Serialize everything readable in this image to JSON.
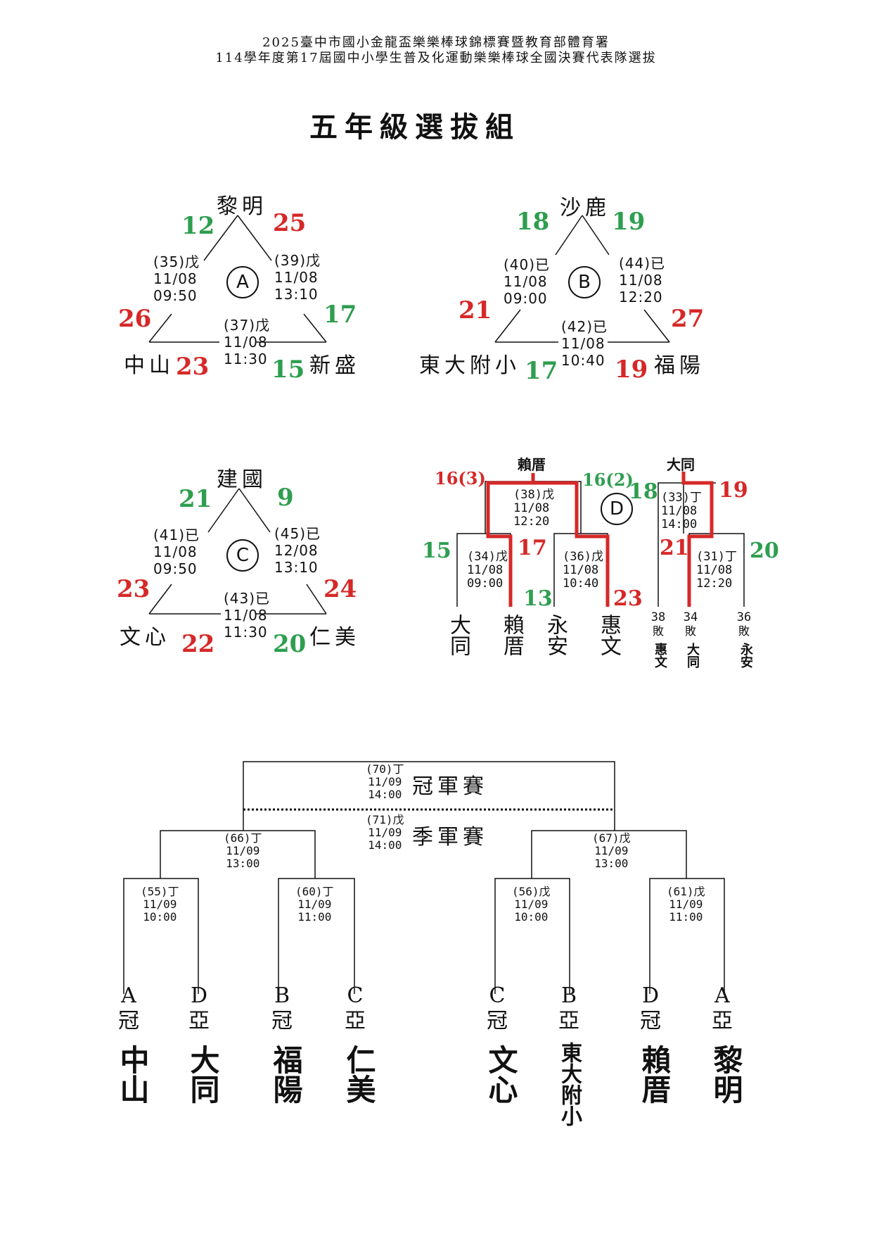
{
  "header": {
    "line1": "2025臺中市國小金龍盃樂樂棒球錦標賽暨教育部體育署",
    "line2": "114學年度第17屆國中小學生普及化運動樂樂棒球全國決賽代表隊選拔"
  },
  "title": "五年級選拔組",
  "groups": {
    "A": {
      "label": "A",
      "top": "黎明",
      "left": "中山",
      "right": "新盛",
      "scores": {
        "top_left": "12",
        "top_right": "25",
        "left_top": "26",
        "right_top": "17",
        "left_bottom": "23",
        "right_bottom": "15"
      },
      "games": {
        "left": "(35)戊\n11/08\n09:50",
        "right": "(39)戊\n11/08\n13:10",
        "bottom": "(37)戊\n11/08\n11:30"
      }
    },
    "B": {
      "label": "B",
      "top": "沙鹿",
      "left": "東大附小",
      "right": "福陽",
      "scores": {
        "top_left": "18",
        "top_right": "19",
        "left_top": "21",
        "right_top": "27",
        "left_bottom": "17",
        "right_bottom": "19"
      },
      "games": {
        "left": "(40)已\n11/08\n09:00",
        "right": "(44)已\n11/08\n12:20",
        "bottom": "(42)已\n11/08\n10:40"
      }
    },
    "C": {
      "label": "C",
      "top": "建國",
      "left": "文心",
      "right": "仁美",
      "scores": {
        "top_left": "21",
        "top_right": "9",
        "left_top": "23",
        "right_top": "24",
        "left_bottom": "22",
        "right_bottom": "20"
      },
      "games": {
        "left": "(41)已\n11/08\n09:50",
        "right": "(45)已\n12/08\n13:10",
        "bottom": "(43)已\n11/08\n11:30"
      }
    }
  },
  "groupD": {
    "label": "D",
    "winner_left": "賴厝",
    "winner_right": "大同",
    "score_final_left": "16(3)",
    "score_final_right": "16(2)",
    "games": {
      "g38": "(38)戊\n11/08\n12:20",
      "g34": "(34)戊\n11/08\n09:00",
      "g36": "(36)戊\n11/08\n10:40",
      "g33": "(33)丁\n11/08\n14:00",
      "g31": "(31)丁\n11/08\n12:20"
    },
    "scores": {
      "s15": "15",
      "s17": "17",
      "s13": "13",
      "s23": "23",
      "s18": "18",
      "s19": "19",
      "s21": "21",
      "s20": "20"
    },
    "teams": [
      "大同",
      "賴厝",
      "永安",
      "惠文"
    ],
    "losers": [
      {
        "num": "38",
        "tag": "敗",
        "team": "惠文"
      },
      {
        "num": "34",
        "tag": "敗",
        "team": "大同"
      },
      {
        "num": "36",
        "tag": "敗",
        "team": "永安"
      }
    ]
  },
  "finals": {
    "championship_label": "冠軍賽",
    "third_label": "季軍賽",
    "g70": "(70)丁\n11/09\n14:00",
    "g71": "(71)戊\n11/09\n14:00",
    "g66": "(66)丁\n11/09\n13:00",
    "g67": "(67)戊\n11/09\n13:00",
    "g55": "(55)丁\n11/09\n10:00",
    "g60": "(60)丁\n11/09\n11:00",
    "g56": "(56)戊\n11/09\n10:00",
    "g61": "(61)戊\n11/09\n11:00",
    "slots": [
      {
        "group": "A",
        "rank": "冠",
        "team": "中山"
      },
      {
        "group": "D",
        "rank": "亞",
        "team": "大同"
      },
      {
        "group": "B",
        "rank": "冠",
        "team": "福陽"
      },
      {
        "group": "C",
        "rank": "亞",
        "team": "仁美"
      },
      {
        "group": "C",
        "rank": "冠",
        "team": "文心"
      },
      {
        "group": "B",
        "rank": "亞",
        "team": "東大附小"
      },
      {
        "group": "D",
        "rank": "冠",
        "team": "賴厝"
      },
      {
        "group": "A",
        "rank": "亞",
        "team": "黎明"
      }
    ]
  },
  "colors": {
    "win_green": "#2e9e4f",
    "lose_red": "#d62828",
    "path_red": "#d62828"
  }
}
